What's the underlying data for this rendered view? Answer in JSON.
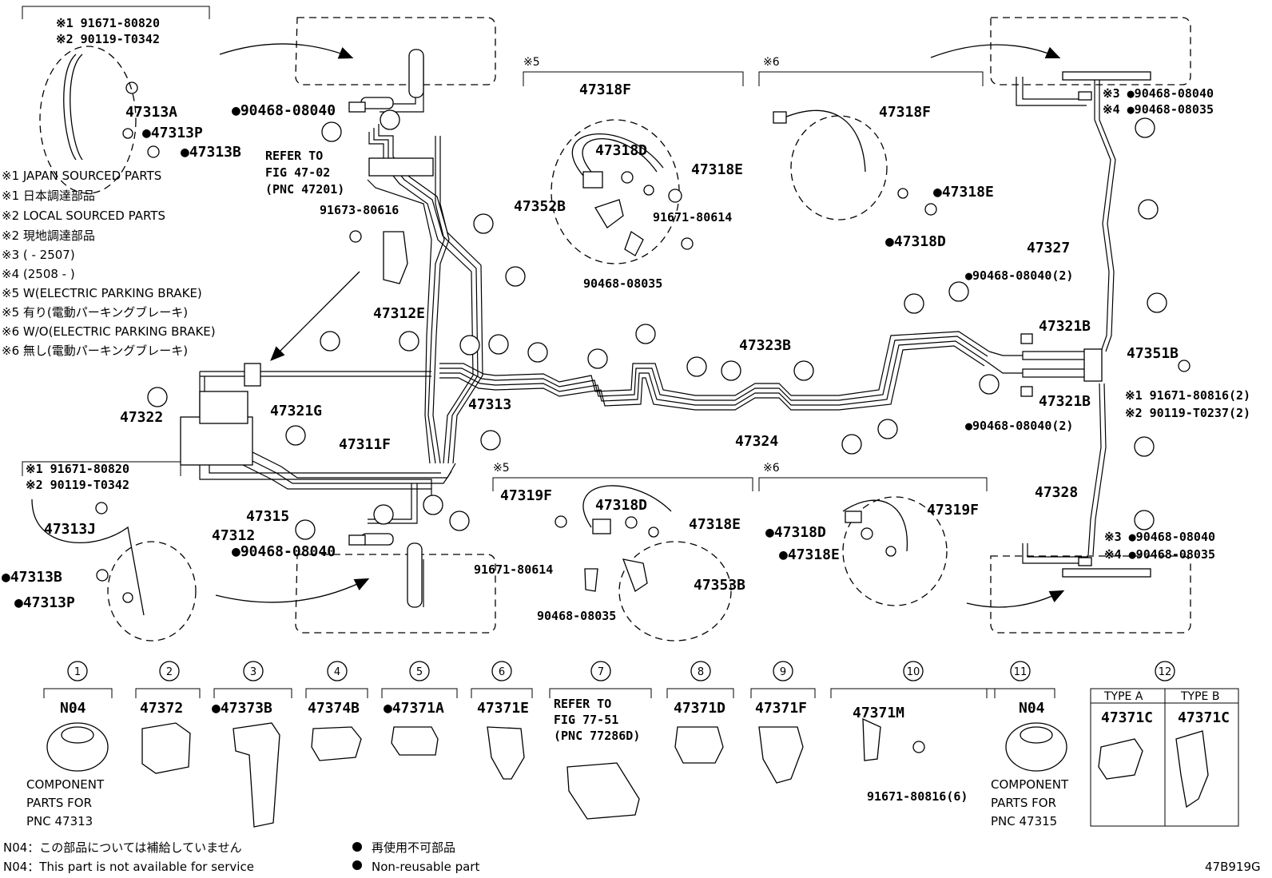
{
  "figure_code": "47B919G",
  "notes": {
    "n1_en": "※1 JAPAN SOURCED PARTS",
    "n1_jp": "※1 日本調達部品",
    "n2_en": "※2 LOCAL SOURCED PARTS",
    "n2_jp": "※2 現地調達部品",
    "n3": "※3 (        - 2507)",
    "n4": "※4 (2508 -        )",
    "n5_en": "※5 W(ELECTRIC PARKING BRAKE)",
    "n5_jp": "※5 有り(電動パーキングブレーキ)",
    "n6_en": "※6 W/O(ELECTRIC PARKING BRAKE)",
    "n6_jp": "※6 無し(電動パーキングブレーキ)"
  },
  "refs": {
    "fig4702_l1": "REFER TO",
    "fig4702_l2": "FIG 47-02",
    "fig4702_l3": "(PNC 47201)",
    "fig7751_l1": "REFER TO",
    "fig7751_l2": "FIG 77-51",
    "fig7751_l3": "(PNC 77286D)"
  },
  "callouts": {
    "tl_1": "※1 91671-80820",
    "tl_2": "※2 90119-T0342",
    "bl_1": "※1 91671-80820",
    "bl_2": "※2 90119-T0342",
    "r_1": "※1 91671-80816(2)",
    "r_2": "※2 90119-T0237(2)",
    "r_top_3": "※3 ●90468-08040",
    "r_top_4": "※4 ●90468-08035",
    "r_bot_3": "※3 ●90468-08040",
    "r_bot_4": "※4 ●90468-08035"
  },
  "labels": {
    "p47313A": "47313A",
    "p47313P_t": "●47313P",
    "p47313B_t": "●47313B",
    "p90468_08040_t": "●90468-08040",
    "p91673_80616": "91673-80616",
    "p47312E": "47312E",
    "p47322": "47322",
    "p47321G": "47321G",
    "p47311F": "47311F",
    "p47313": "47313",
    "p47315": "47315",
    "p47312": "47312",
    "p90468_08040_b": "●90468-08040",
    "p47313J": "47313J",
    "p47313B_b": "●47313B",
    "p47313P_b": "●47313P",
    "s5_top": "※5",
    "s6_top": "※6",
    "s5_bot": "※5",
    "s6_bot": "※6",
    "p47318F_a": "47318F",
    "p47318D_a": "47318D",
    "p47318E_a": "47318E",
    "p47352B": "47352B",
    "p91671_80614_a": "91671-80614",
    "p90468_08035_a": "90468-08035",
    "p47318F_b": "47318F",
    "p47318E_b": "●47318E",
    "p47318D_b": "●47318D",
    "p47319F_a": "47319F",
    "p47318D_c": "47318D",
    "p47318E_c": "47318E",
    "p91671_80614_b": "91671-80614",
    "p47353B": "47353B",
    "p90468_08035_b": "90468-08035",
    "p47319F_b": "47319F",
    "p47318D_d": "●47318D",
    "p47318E_d": "●47318E",
    "p47323B": "47323B",
    "p47324": "47324",
    "p90468_08040_2a": "●90468-08040(2)",
    "p47321B_a": "47321B",
    "p47351B": "47351B",
    "p47321B_b": "47321B",
    "p90468_08040_2b": "●90468-08040(2)",
    "p47327": "47327",
    "p47328": "47328"
  },
  "legend": {
    "items": [
      {
        "num": "1",
        "part": "N04"
      },
      {
        "num": "2",
        "part": "47372"
      },
      {
        "num": "3",
        "part": "●47373B"
      },
      {
        "num": "4",
        "part": "47374B"
      },
      {
        "num": "5",
        "part": "●47371A"
      },
      {
        "num": "6",
        "part": "47371E"
      },
      {
        "num": "7",
        "part": ""
      },
      {
        "num": "8",
        "part": "47371D"
      },
      {
        "num": "9",
        "part": "47371F"
      },
      {
        "num": "10",
        "part": "47371M"
      },
      {
        "num": "11",
        "part": "N04"
      },
      {
        "num": "12",
        "part": ""
      }
    ],
    "comp1_l1": "COMPONENT",
    "comp1_l2": "PARTS FOR",
    "comp1_l3": "PNC 47313",
    "comp11_l1": "COMPONENT",
    "comp11_l2": "PARTS FOR",
    "comp11_l3": "PNC 47315",
    "bolt10": "91671-80816(6)",
    "typeA": "TYPE A",
    "typeB": "TYPE B",
    "typeA_part": "47371C",
    "typeB_part": "47371C"
  },
  "footer": {
    "n04_jp": "N04：この部品については補給していません",
    "n04_en": "N04：This part is not available for service",
    "nonreuse_jp": "再使用不可部品",
    "nonreuse_en": "Non-reusable part"
  }
}
